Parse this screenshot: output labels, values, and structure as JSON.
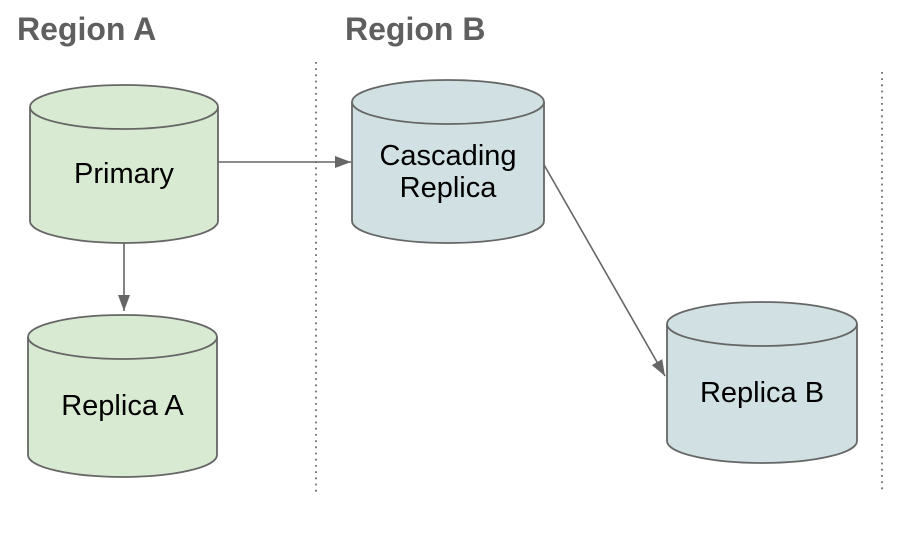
{
  "diagram": {
    "regions": {
      "a": {
        "label": "Region A"
      },
      "b": {
        "label": "Region B"
      }
    },
    "nodes": {
      "primary": {
        "label": "Primary",
        "shape": "database-cylinder",
        "region": "Region A",
        "fill": "#d9ead3",
        "stroke": "#666666"
      },
      "replica_a": {
        "label": "Replica A",
        "shape": "database-cylinder",
        "region": "Region A",
        "fill": "#d9ead3",
        "stroke": "#666666"
      },
      "cascading_replica": {
        "label": "Cascading Replica",
        "shape": "database-cylinder",
        "region": "Region B",
        "fill": "#d0e0e3",
        "stroke": "#666666"
      },
      "replica_b": {
        "label": "Replica B",
        "shape": "database-cylinder",
        "region": "Region B",
        "fill": "#d0e0e3",
        "stroke": "#666666"
      }
    },
    "edges": [
      {
        "from": "Primary",
        "to": "Cascading Replica",
        "style": "arrow"
      },
      {
        "from": "Primary",
        "to": "Replica A",
        "style": "arrow"
      },
      {
        "from": "Cascading Replica",
        "to": "Replica B",
        "style": "arrow"
      }
    ],
    "colors": {
      "connector": "#666666",
      "divider": "#6e6e6e",
      "region_title_text": "#5f5f5f",
      "node_label_text": "#000000"
    }
  }
}
